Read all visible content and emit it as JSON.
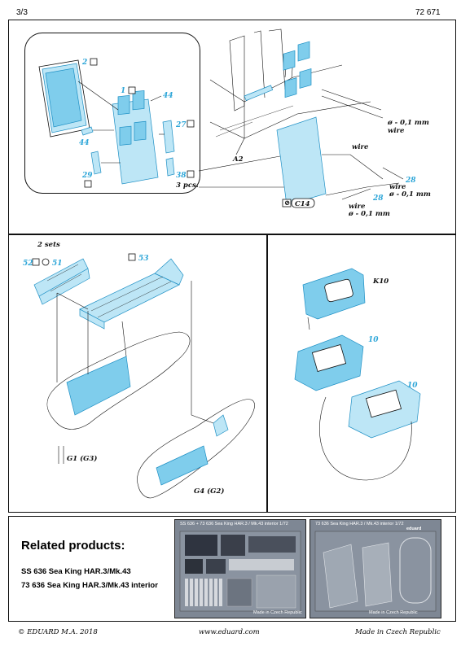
{
  "header": {
    "page": "3/3",
    "code": "72 671"
  },
  "panel_top": {
    "labels": {
      "p2": "2",
      "p1": "1",
      "p44a": "44",
      "p44b": "44",
      "p27": "27",
      "p29": "29",
      "p38": "38",
      "pcs": "3 pcs.",
      "a2": "A2",
      "c14": "C14",
      "wire1": "ø - 0,1 mm",
      "wire1b": "wire",
      "wire_mid": "wire",
      "p28a": "28",
      "wire2": "wire",
      "wire2b": "ø - 0,1 mm",
      "p28b": "28",
      "wire3": "wire",
      "wire3b": "ø - 0,1 mm"
    }
  },
  "panel_left": {
    "labels": {
      "sets": "2 sets",
      "p52": "52",
      "p51": "51",
      "p53": "53",
      "g1": "G1 (G3)",
      "g4": "G4 (G2)"
    }
  },
  "panel_right": {
    "labels": {
      "k10": "K10",
      "p10a": "10",
      "p10b": "10"
    }
  },
  "related": {
    "title": "Related products:",
    "items": [
      "SS 636 Sea King HAR.3/Mk.43",
      "73 636 Sea King HAR.3/Mk.43 interior"
    ],
    "fret1": {
      "caption": "SS 636 + 73 636  Sea King HAR.3 / Mk.43 interior  1/72",
      "bottom": "Made in Czech Republic"
    },
    "fret2": {
      "caption": "73 636  Sea King HAR.3 / Mk.43 interior  1/72",
      "brand": "eduard",
      "bottom": "Made in Czech Republic"
    }
  },
  "footer": {
    "copyright": "© EDUARD  M.A. 2018",
    "url": "www.eduard.com",
    "made_in": "Made in Czech Republic"
  }
}
